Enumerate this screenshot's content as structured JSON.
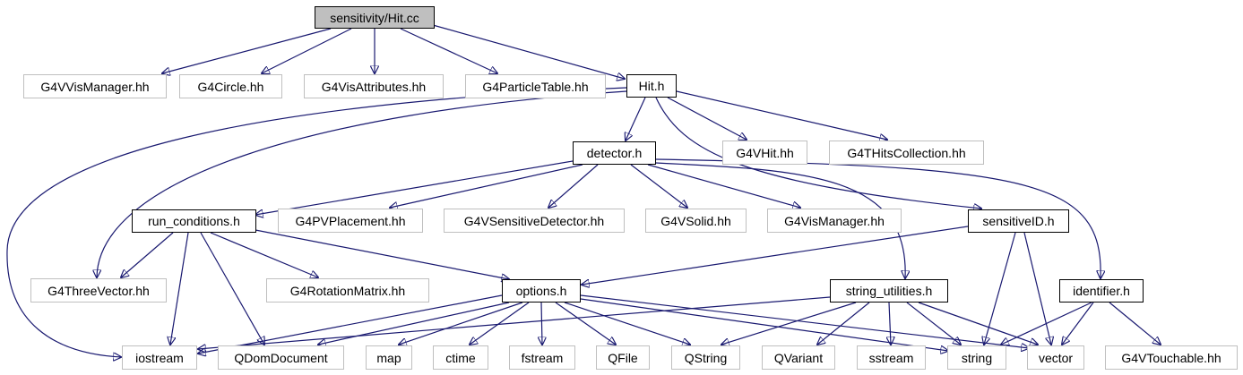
{
  "colors": {
    "edge": "#191970",
    "root_fill": "#bfbfbf",
    "external_border": "#bfbfbf",
    "local_border": "#000000"
  },
  "nodes": {
    "hit_cc": "sensitivity/Hit.cc",
    "g4vvismanager": "G4VVisManager.hh",
    "g4circle": "G4Circle.hh",
    "g4visattributes": "G4VisAttributes.hh",
    "g4particletable": "G4ParticleTable.hh",
    "hit_h": "Hit.h",
    "detector_h": "detector.h",
    "g4vhit": "G4VHit.hh",
    "g4thitscollection": "G4THitsCollection.hh",
    "run_conditions_h": "run_conditions.h",
    "g4pvplacement": "G4PVPlacement.hh",
    "g4vsensitivedetector": "G4VSensitiveDetector.hh",
    "g4vsolid": "G4VSolid.hh",
    "g4vismanager": "G4VisManager.hh",
    "sensitiveid_h": "sensitiveID.h",
    "g4threevector": "G4ThreeVector.hh",
    "g4rotationmatrix": "G4RotationMatrix.hh",
    "options_h": "options.h",
    "string_utilities_h": "string_utilities.h",
    "identifier_h": "identifier.h",
    "iostream": "iostream",
    "qdomdocument": "QDomDocument",
    "map": "map",
    "ctime": "ctime",
    "fstream": "fstream",
    "qfile": "QFile",
    "qstring": "QString",
    "qvariant": "QVariant",
    "sstream": "sstream",
    "string": "string",
    "vector": "vector",
    "g4vtouchable": "G4VTouchable.hh"
  }
}
